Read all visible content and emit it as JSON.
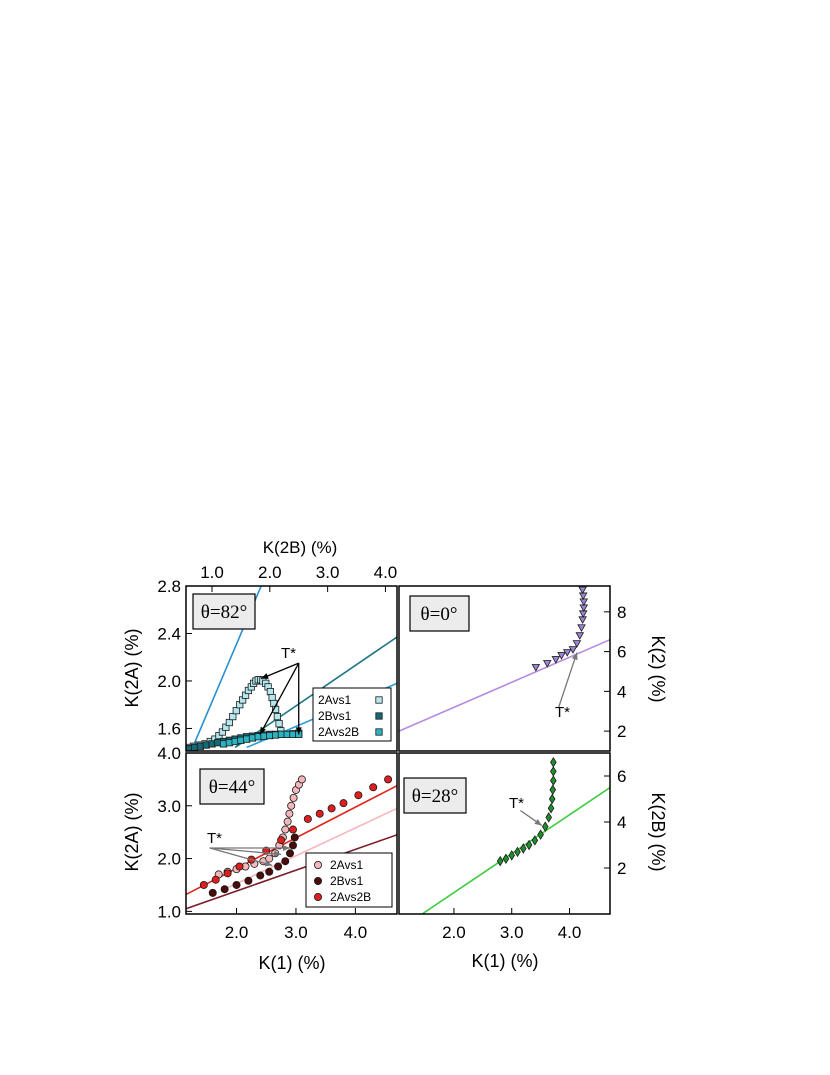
{
  "figure": {
    "size": [
      830,
      1075
    ]
  },
  "chart_data": [
    {
      "id": "theta82",
      "type": "scatter",
      "panel_label": "θ=82°",
      "xlabel_top": "K(2B) (%)",
      "ylabel": "K(2A) (%)",
      "xlim": [
        0.55,
        4.2
      ],
      "ylim": [
        1.41,
        2.8
      ],
      "x_ticks": [
        1.0,
        2.0,
        3.0,
        4.0
      ],
      "x_tick_labels": [
        "1.0",
        "2.0",
        "3.0",
        "4.0"
      ],
      "y_ticks": [
        1.6,
        2.0,
        2.4,
        2.8
      ],
      "y_tick_labels": [
        "1.6",
        "2.0",
        "2.4",
        "2.8"
      ],
      "annotation": "T*",
      "colors": {
        "2Avs1": "#b5e8ee",
        "2Bvs1": "#136a74",
        "2Avs2B": "#2ab4c2",
        "fit_2Avs1": "#2b8fcf",
        "fit_2Bvs1": "#1d7584",
        "fit_2Avs2B": "#2b9fd5"
      },
      "legend": {
        "position": "lower-right",
        "entries": [
          "2Avs1",
          "2Bvs1",
          "2Avs2B"
        ]
      },
      "series": [
        {
          "name": "2Avs1",
          "marker": "square",
          "x": [
            0.58,
            0.68,
            0.78,
            0.88,
            0.97,
            1.05,
            1.12,
            1.18,
            1.24,
            1.3,
            1.36,
            1.42,
            1.48,
            1.53,
            1.58,
            1.63,
            1.68,
            1.72,
            1.76,
            1.8,
            1.84,
            1.88,
            1.93,
            1.97,
            2.01,
            2.04,
            2.07,
            2.1,
            2.13,
            2.16,
            2.19
          ],
          "y": [
            1.44,
            1.45,
            1.46,
            1.47,
            1.49,
            1.51,
            1.54,
            1.57,
            1.61,
            1.65,
            1.7,
            1.75,
            1.8,
            1.84,
            1.88,
            1.92,
            1.95,
            1.98,
            2.0,
            2.01,
            2.01,
            2.0,
            1.98,
            1.95,
            1.91,
            1.86,
            1.81,
            1.76,
            1.7,
            1.64,
            1.58
          ]
        },
        {
          "name": "2Bvs1",
          "marker": "square",
          "x": [
            0.6,
            0.7,
            0.8,
            0.9,
            1.0,
            1.1,
            1.2,
            1.3,
            1.4,
            1.5,
            1.6,
            1.7,
            1.8,
            1.9,
            2.0,
            2.1,
            2.2,
            2.3,
            2.4,
            2.5
          ],
          "y": [
            1.43,
            1.44,
            1.45,
            1.46,
            1.47,
            1.48,
            1.49,
            1.5,
            1.51,
            1.52,
            1.53,
            1.535,
            1.54,
            1.545,
            1.55,
            1.55,
            1.55,
            1.55,
            1.555,
            1.56
          ]
        },
        {
          "name": "2Avs2B",
          "marker": "square",
          "x": [
            1.2,
            1.3,
            1.4,
            1.5,
            1.6,
            1.7,
            1.8,
            1.9,
            2.0,
            2.1,
            2.2,
            2.3,
            2.4,
            2.5
          ],
          "y": [
            1.47,
            1.48,
            1.49,
            1.5,
            1.51,
            1.52,
            1.53,
            1.535,
            1.54,
            1.545,
            1.55,
            1.55,
            1.55,
            1.55
          ]
        }
      ],
      "fit_lines": [
        {
          "x": [
            0.7,
            1.85
          ],
          "y": [
            1.48,
            2.8
          ]
        },
        {
          "x": [
            1.4,
            4.2
          ],
          "y": [
            1.44,
            2.37
          ]
        },
        {
          "x": [
            1.6,
            4.2
          ],
          "y": [
            1.44,
            1.98
          ]
        }
      ],
      "annotation_arrows": [
        {
          "from": [
            2.5,
            2.15
          ],
          "to": [
            1.85,
            2.02
          ]
        },
        {
          "from": [
            2.5,
            2.15
          ],
          "to": [
            1.83,
            1.55
          ]
        },
        {
          "from": [
            2.5,
            2.15
          ],
          "to": [
            2.5,
            1.55
          ]
        }
      ]
    },
    {
      "id": "theta0",
      "type": "scatter",
      "panel_label": "θ=0°",
      "ylabel": "K(2) (%)",
      "xlim": [
        1.0,
        4.7
      ],
      "ylim": [
        1.0,
        9.3
      ],
      "y_ticks": [
        2,
        4,
        6,
        8
      ],
      "y_tick_labels": [
        "2",
        "4",
        "6",
        "8"
      ],
      "annotation": "T*",
      "colors": {
        "points": "#9a86d6",
        "fit": "#b58ae0"
      },
      "series": [
        {
          "name": "",
          "marker": "triangle-down",
          "x": [
            3.4,
            3.6,
            3.75,
            3.85,
            3.95,
            4.05,
            4.12,
            4.17,
            4.2,
            4.22,
            4.23,
            4.24,
            4.24,
            4.23,
            4.22
          ],
          "y": [
            5.2,
            5.4,
            5.6,
            5.8,
            5.95,
            6.1,
            6.4,
            6.8,
            7.2,
            7.6,
            7.9,
            8.2,
            8.5,
            8.8,
            9.1
          ]
        }
      ],
      "fit_lines": [
        {
          "x": [
            1.0,
            4.7
          ],
          "y": [
            2.0,
            6.6
          ]
        }
      ],
      "annotation_arrows": [
        {
          "from": [
            3.8,
            3.2
          ],
          "to": [
            4.12,
            5.95
          ]
        }
      ]
    },
    {
      "id": "theta44",
      "type": "scatter",
      "panel_label": "θ=44°",
      "xlabel": "K(1) (%)",
      "ylabel": "K(2A) (%)",
      "xlim": [
        1.15,
        4.7
      ],
      "ylim": [
        0.95,
        4.0
      ],
      "x_ticks": [
        2.0,
        3.0,
        4.0
      ],
      "x_tick_labels": [
        "2.0",
        "3.0",
        "4.0"
      ],
      "y_ticks": [
        1.0,
        2.0,
        3.0,
        4.0
      ],
      "y_tick_labels": [
        "1.0",
        "2.0",
        "3.0",
        "4.0"
      ],
      "annotation": "T*",
      "colors": {
        "2Avs1": "#f3b8bc",
        "2Bvs1": "#4a0b0b",
        "2Avs2B": "#e01e1e",
        "fit_2Avs1": "#f6b8bf",
        "fit_2Bvs1": "#7a1d2a",
        "fit_2Avs2B": "#e0281e"
      },
      "legend": {
        "position": "lower-right",
        "entries": [
          "2Avs1",
          "2Bvs1",
          "2Avs2B"
        ]
      },
      "series": [
        {
          "name": "2Avs1",
          "marker": "circle",
          "x": [
            1.7,
            1.85,
            2.0,
            2.15,
            2.3,
            2.45,
            2.55,
            2.65,
            2.72,
            2.78,
            2.82,
            2.86,
            2.89,
            2.92,
            2.96,
            3.0,
            3.05,
            3.1
          ],
          "y": [
            1.7,
            1.75,
            1.8,
            1.85,
            1.9,
            1.95,
            2.0,
            2.1,
            2.25,
            2.4,
            2.55,
            2.7,
            2.85,
            3.0,
            3.15,
            3.3,
            3.4,
            3.5
          ]
        },
        {
          "name": "2Bvs1",
          "marker": "circle",
          "x": [
            1.6,
            1.8,
            2.0,
            2.2,
            2.4,
            2.55,
            2.7,
            2.82,
            2.9,
            2.95,
            2.98
          ],
          "y": [
            1.35,
            1.42,
            1.5,
            1.58,
            1.68,
            1.75,
            1.85,
            1.95,
            2.1,
            2.25,
            2.4
          ]
        },
        {
          "name": "2Avs2B",
          "marker": "circle",
          "x": [
            1.45,
            1.65,
            1.85,
            2.05,
            2.25,
            2.5,
            2.75,
            2.95,
            3.2,
            3.4,
            3.6,
            3.8,
            4.05,
            4.3,
            4.55
          ],
          "y": [
            1.5,
            1.6,
            1.72,
            1.85,
            1.98,
            2.15,
            2.35,
            2.55,
            2.75,
            2.85,
            2.95,
            3.05,
            3.2,
            3.35,
            3.5
          ]
        }
      ],
      "fit_lines": [
        {
          "x": [
            1.15,
            4.7
          ],
          "y": [
            1.32,
            3.38
          ]
        },
        {
          "x": [
            1.8,
            4.7
          ],
          "y": [
            1.42,
            2.95
          ]
        },
        {
          "x": [
            1.15,
            4.7
          ],
          "y": [
            1.05,
            2.45
          ]
        }
      ],
      "annotation_arrows": [
        {
          "from": [
            1.55,
            2.2
          ],
          "to": [
            2.6,
            1.87
          ]
        },
        {
          "from": [
            1.55,
            2.2
          ],
          "to": [
            2.75,
            2.08
          ]
        },
        {
          "from": [
            1.55,
            2.2
          ],
          "to": [
            2.9,
            2.2
          ]
        }
      ]
    },
    {
      "id": "theta28",
      "type": "scatter",
      "panel_label": "θ=28°",
      "xlabel": "K(1) (%)",
      "ylabel": "K(2B) (%)",
      "xlim": [
        1.05,
        4.7
      ],
      "ylim": [
        0.0,
        7.0
      ],
      "x_ticks": [
        2.0,
        3.0,
        4.0
      ],
      "x_tick_labels": [
        "2.0",
        "3.0",
        "4.0"
      ],
      "y_ticks": [
        2,
        4,
        6
      ],
      "y_tick_labels": [
        "2",
        "4",
        "6"
      ],
      "annotation": "T*",
      "colors": {
        "points": "#1f8e2e",
        "fit": "#3ccc3c"
      },
      "series": [
        {
          "name": "",
          "marker": "diamond",
          "x": [
            2.8,
            2.9,
            3.0,
            3.1,
            3.2,
            3.3,
            3.4,
            3.5,
            3.58,
            3.64,
            3.68,
            3.7,
            3.71,
            3.72,
            3.72,
            3.72
          ],
          "y": [
            2.3,
            2.4,
            2.55,
            2.7,
            2.85,
            3.0,
            3.2,
            3.45,
            3.8,
            4.2,
            4.6,
            5.0,
            5.4,
            5.8,
            6.2,
            6.6
          ]
        }
      ],
      "fit_lines": [
        {
          "x": [
            1.45,
            4.7
          ],
          "y": [
            0.0,
            5.5
          ]
        }
      ],
      "annotation_arrows": [
        {
          "from": [
            3.15,
            4.5
          ],
          "to": [
            3.52,
            3.85
          ]
        }
      ]
    }
  ]
}
